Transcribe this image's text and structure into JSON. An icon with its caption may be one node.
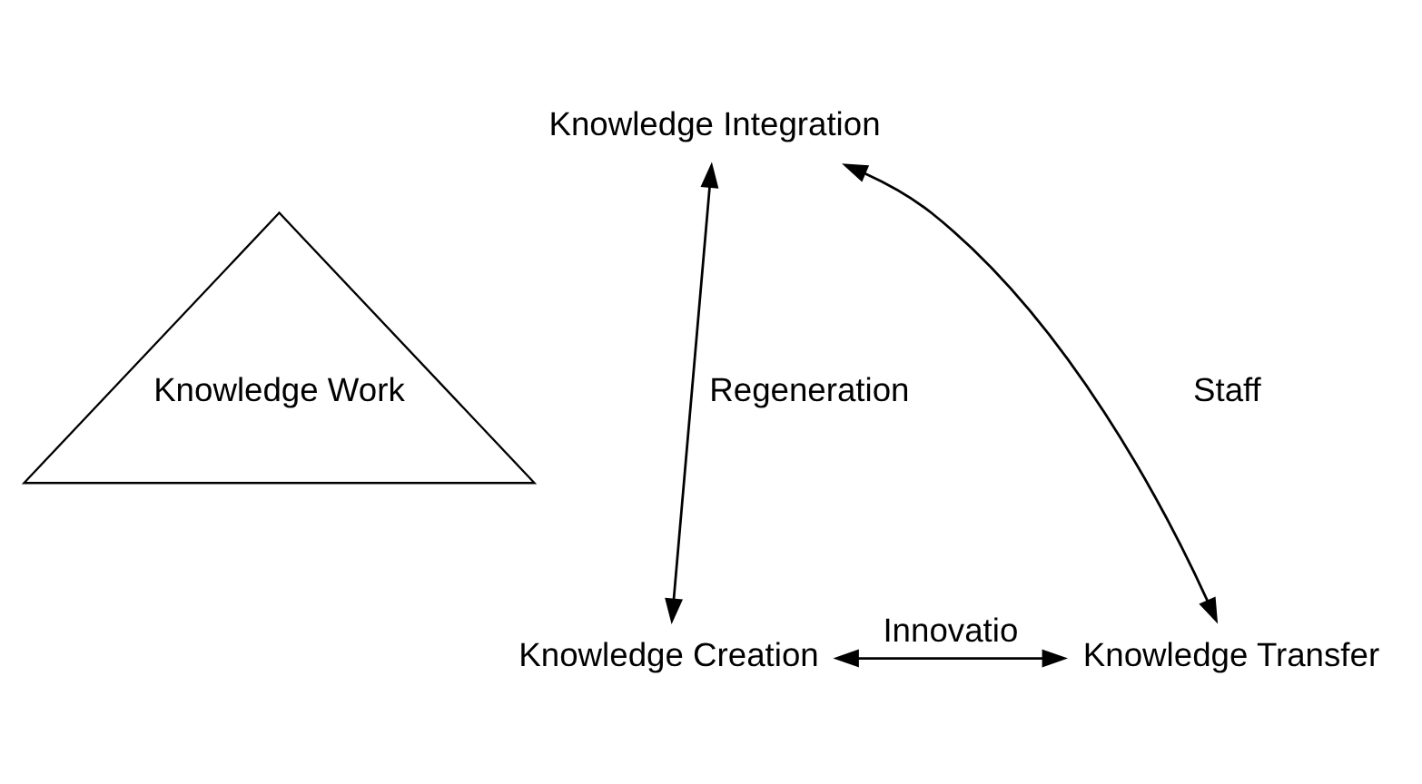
{
  "diagram": {
    "nodes": [
      {
        "text": [
          "Knowledge Integration"
        ]
      },
      {
        "text": [
          "Knowledge Work"
        ]
      },
      {
        "text": [
          "Knowledge Creation"
        ]
      },
      {
        "text": [
          "Knowledge Transfer"
        ]
      }
    ],
    "edges": [
      {
        "from": 2,
        "to": 0,
        "arrow": "both",
        "label": "Regeneration"
      },
      {
        "from": 0,
        "to": 3,
        "arrow": "both",
        "label": "Staff"
      },
      {
        "from": 2,
        "to": 3,
        "arrow": "both",
        "label": "Innovatio"
      }
    ]
  }
}
